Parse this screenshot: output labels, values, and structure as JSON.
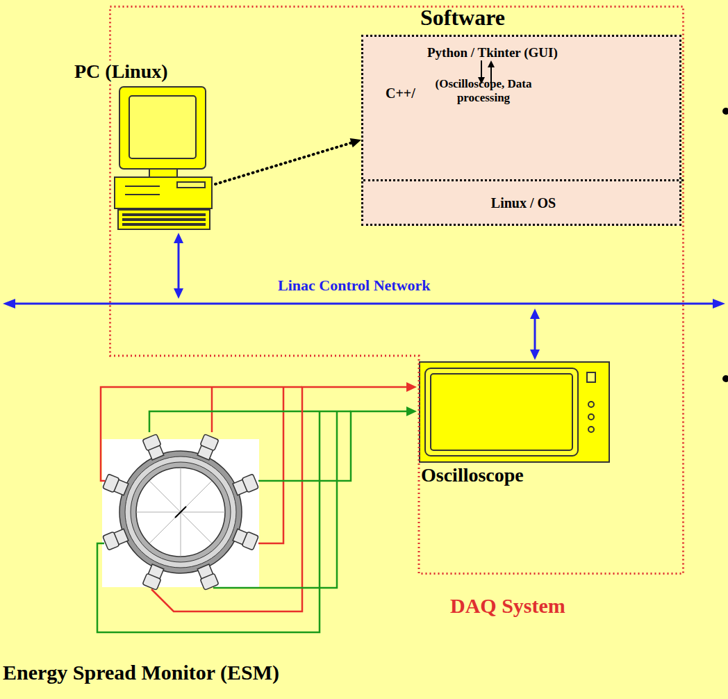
{
  "diagram": {
    "nodes": [
      {
        "text": [
          "DAQ System"
        ]
      },
      {
        "text": [
          "PC (Linux)"
        ],
        "in": 0
      },
      {
        "text": [
          "Software",
          "Python / Tkinter (GUI)",
          "C++/",
          "(Oscilloscope, Data processing"
        ],
        "in": 0
      },
      {
        "text": [
          "Linux / OS"
        ],
        "in": 2
      },
      {
        "text": [
          "Linac Control Network"
        ]
      },
      {
        "text": [
          "Oscilloscope"
        ],
        "in": 0
      },
      {
        "text": [
          "Energy Spread Monitor (ESM)"
        ]
      }
    ],
    "edges": [
      {
        "from": 1,
        "to": 2,
        "arrow": "to"
      },
      {
        "from": 1,
        "to": 4,
        "arrow": "both"
      },
      {
        "from": 4,
        "to": 5,
        "arrow": "both"
      },
      {
        "from": 6,
        "to": 5,
        "arrow": "to"
      },
      {
        "from": 6,
        "to": 5,
        "arrow": "to"
      }
    ]
  }
}
